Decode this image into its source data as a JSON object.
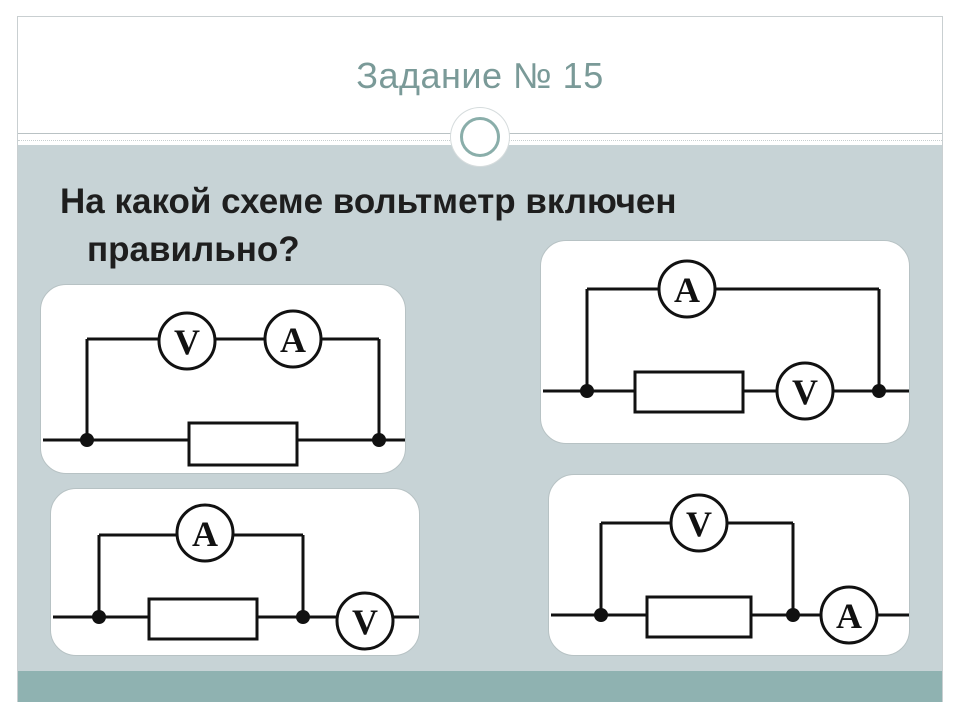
{
  "slide": {
    "title": "Задание № 15",
    "question_line1": "На какой схеме вольтметр включен",
    "question_line2": "правильно?"
  },
  "colors": {
    "title": "#7a9a98",
    "content_background": "#c7d3d6",
    "footer_band": "#8fb2b1",
    "panel_background": "#ffffff",
    "wire": "#111111"
  },
  "circuits": {
    "top_left": {
      "meter_left": "V",
      "meter_right": "A"
    },
    "top_right": {
      "meter_top": "A",
      "meter_bottom": "V"
    },
    "bottom_left": {
      "meter_top": "A",
      "meter_bottom": "V"
    },
    "bottom_right": {
      "meter_top": "V",
      "meter_bottom": "A"
    }
  }
}
